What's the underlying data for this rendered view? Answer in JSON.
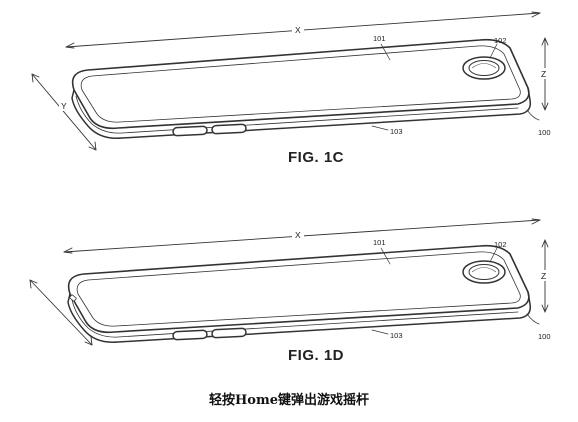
{
  "figures": [
    {
      "label": "FIG. 1C",
      "refs": {
        "surface": "101",
        "button": "102",
        "edge": "103",
        "device": "100"
      },
      "axes": {
        "x": "X",
        "y": "Y",
        "z": "Z"
      }
    },
    {
      "label": "FIG. 1D",
      "refs": {
        "surface": "101",
        "button": "102",
        "edge": "103",
        "device": "100"
      },
      "axes": {
        "x": "X",
        "y": "",
        "z": "Z"
      }
    }
  ],
  "caption": "轻按Home键弹出游戏摇杆"
}
